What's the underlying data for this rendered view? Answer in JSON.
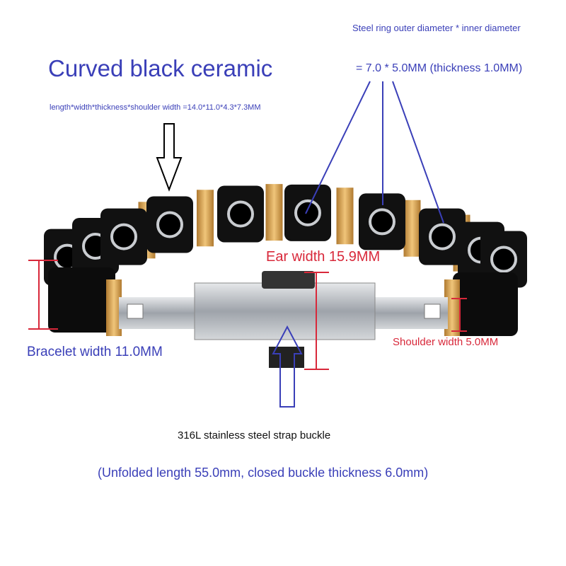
{
  "title": "Curved black ceramic",
  "ceramic_dims": "length*width*thickness*shoulder width =14.0*11.0*4.3*7.3MM",
  "ring_label": "Steel ring outer diameter * inner diameter",
  "ring_dims": "= 7.0 * 5.0MM (thickness 1.0MM)",
  "ear_width": "Ear width 15.9MM",
  "bracelet_width": "Bracelet width 11.0MM",
  "shoulder_width": "Shoulder width 5.0MM",
  "buckle_label": "316L stainless steel strap buckle",
  "buckle_dims": "(Unfolded length 55.0mm, closed buckle thickness 6.0mm)",
  "colors": {
    "annotation_blue": "#3a3fb8",
    "annotation_red": "#d8283a",
    "gold": "#d9a85a",
    "ceramic": "#111111",
    "steel": "#b8bcc2"
  }
}
